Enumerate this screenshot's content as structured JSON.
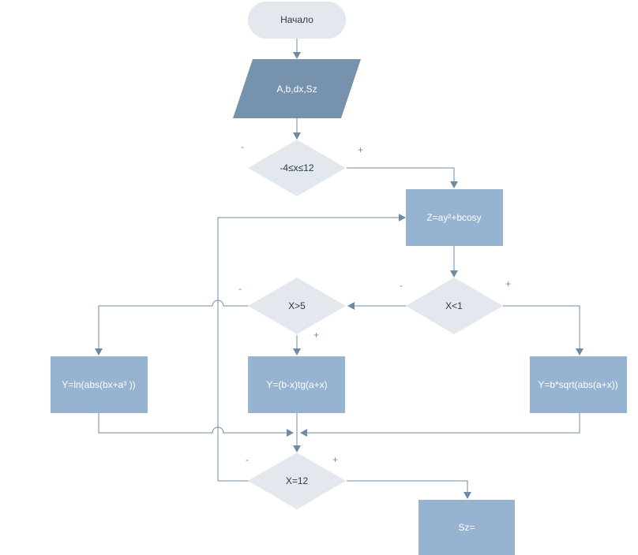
{
  "flowchart": {
    "start": "Начало",
    "input": "A,b,dx,Sz",
    "cond_range": "-4≤x≤12",
    "cond_range_no": "-",
    "cond_range_yes": "+",
    "process_z": "Z=ay²+bcosy",
    "cond_x_lt_1": "X<1",
    "cond_x_lt_1_no": "-",
    "cond_x_lt_1_yes": "+",
    "cond_x_gt_5": "X>5",
    "cond_x_gt_5_no": "-",
    "cond_x_gt_5_yes": "+",
    "process_y_ln": "Y=ln(abs(bx+a³ ))",
    "process_y_tg": "Y=(b-x)tg(a+x)",
    "process_y_sqrt": "Y=b*sqrt(abs(a+x))",
    "cond_x_eq_12": "X=12",
    "cond_x_eq_12_no": "-",
    "cond_x_eq_12_yes": "+",
    "output": "Sz="
  },
  "colors": {
    "terminal_fill": "#e3e8ee",
    "decision_fill": "#e3e8ee",
    "input_fill": "#7792ad",
    "process_fill": "#96b4d2",
    "connector": "#6f8aa6",
    "sign": "#6c8fb3"
  }
}
